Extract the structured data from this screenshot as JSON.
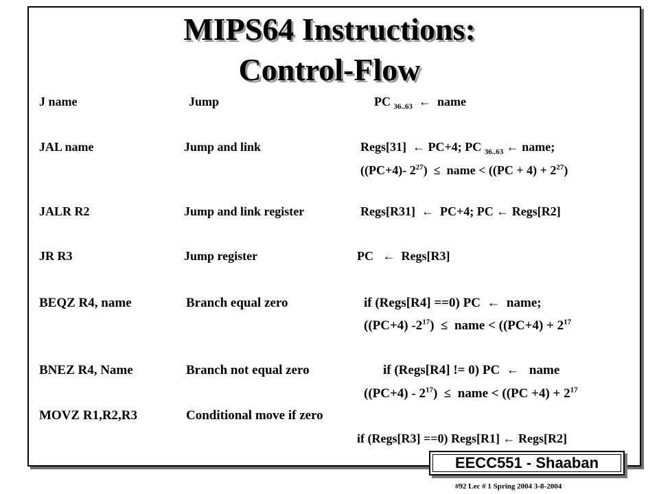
{
  "title_line1": "MIPS64 Instructions:",
  "title_line2": "Control-Flow",
  "rows": {
    "j": {
      "syntax": "J    name",
      "desc": "Jump",
      "pc": "PC",
      "sub": "36..63",
      "arrow": "←",
      "rhs": "name"
    },
    "jal": {
      "syntax": "JAL   name",
      "desc": "Jump and link",
      "line1_a": "Regs[31]",
      "arrow1": "←",
      "line1_b": "PC+4;  PC",
      "sub": "36..63",
      "arrow2": "←",
      "line1_c": "name;",
      "line2_a": "((PC+4)- 2",
      "exp1": "27",
      "line2_b": ")",
      "le": "≤",
      "line2_c": "name  <  ((PC + 4) + 2",
      "exp2": "27",
      "line2_d": ")"
    },
    "jalr": {
      "syntax": "JALR  R2",
      "desc": "Jump and link register",
      "a": "Regs[R31]",
      "arrow1": "←",
      "b": "PC+4;  PC",
      "arrow2": "←",
      "c": "Regs[R2]"
    },
    "jr": {
      "syntax": "JR   R3",
      "desc": "Jump register",
      "a": "PC",
      "arrow": "←",
      "b": "Regs[R3]"
    },
    "beqz": {
      "syntax": "BEQZ  R4, name",
      "desc": "Branch equal zero",
      "line1_a": "if (Regs[R4] ==0) PC",
      "arrow": "←",
      "line1_b": "name;",
      "line2_a": "((PC+4) -2",
      "exp1": "17",
      "line2_b": ")",
      "le": "≤",
      "line2_c": "name < ((PC+4) + 2",
      "exp2": "17"
    },
    "bnez": {
      "syntax": "BNEZ R4, Name",
      "desc": "Branch  not  equal  zero",
      "line1_a": "if (Regs[R4] != 0) PC",
      "arrow": "←",
      "line1_b": "name",
      "line2_a": "((PC+4) - 2",
      "exp1": "17",
      "line2_b": ")",
      "le": "≤",
      "line2_c": "name < ((PC +4) + 2",
      "exp2": "17"
    },
    "movz": {
      "syntax": "MOVZ R1,R2,R3",
      "desc": "Conditional move if zero",
      "line2_a": "if (Regs[R3]  ==0)  Regs[R1]",
      "arrow": "←",
      "line2_b": "Regs[R2]"
    }
  },
  "badge": "EECC551 - Shaaban",
  "footer": "#92   Lec # 1 Spring 2004   3-8-2004"
}
